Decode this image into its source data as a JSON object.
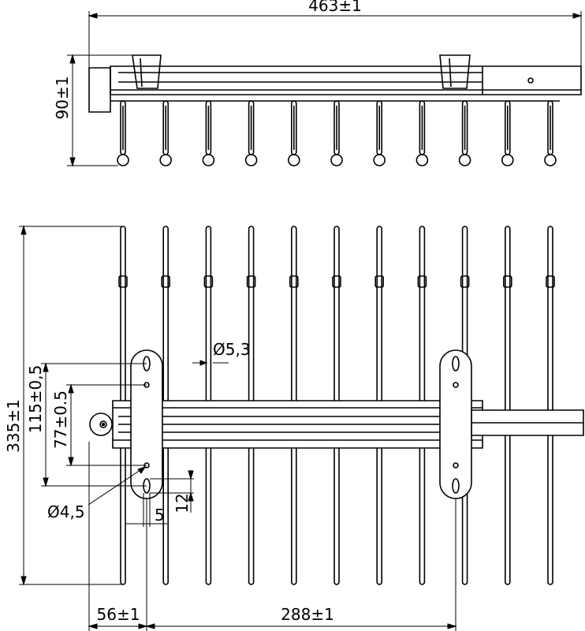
{
  "dimensions": {
    "total_width": "463±1",
    "height_side": "90±1",
    "total_depth": "335±1",
    "slot_span": "115±0,5",
    "hole_span": "77±0.5",
    "hole_dia_large": "Ø5,3",
    "hole_dia_small": "Ø4,5",
    "slot_width": "5",
    "slot_length": "12",
    "offset_left": "56±1",
    "mount_spacing": "288±1"
  },
  "rack": {
    "hook_count": 11
  },
  "colors": {
    "line": "#000000",
    "dim_line": "#000000",
    "background": "#ffffff"
  }
}
